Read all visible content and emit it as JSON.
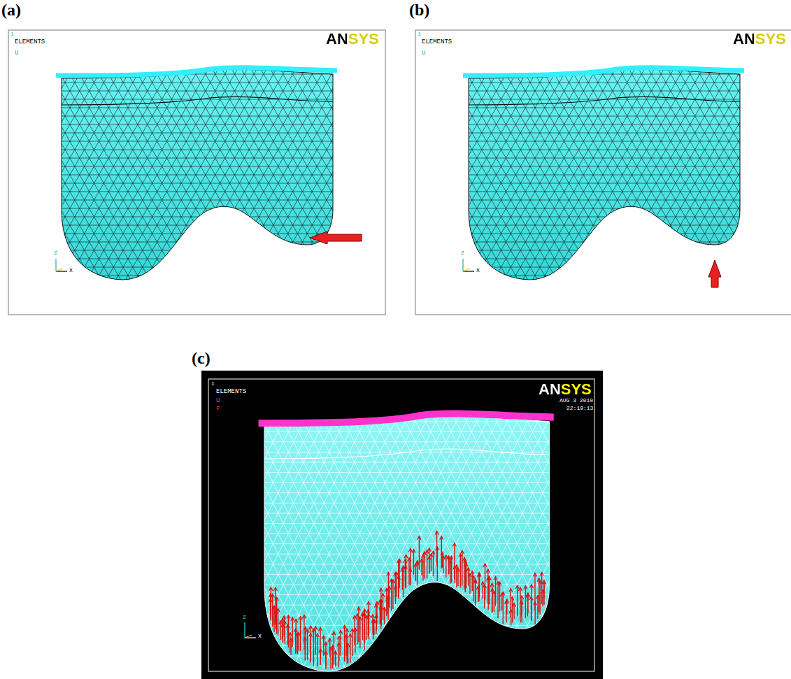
{
  "diagram": {
    "labels": [
      "(a)",
      "(b)",
      "1",
      "ELEMENTS",
      "U",
      "ANSYS",
      "Z",
      "X",
      "1",
      "ELEMENTS",
      "U",
      "ANSYS",
      "Z",
      "X",
      "(c)",
      "1",
      "ELEMENTS",
      "U",
      "F",
      "ANSYS",
      "AUG 3 2010",
      "22:19:13",
      "Z",
      "X"
    ]
  }
}
